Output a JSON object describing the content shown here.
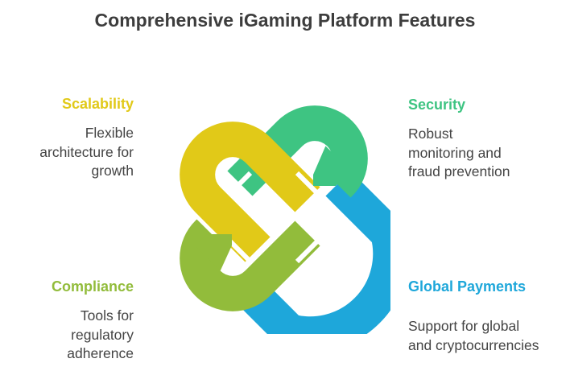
{
  "title": "Comprehensive iGaming Platform Features",
  "colors": {
    "scalability": "#E1C918",
    "security": "#3EC482",
    "compliance": "#92BC3B",
    "global_payments": "#1EA7DA",
    "title_text": "#3D3D3D",
    "body_text": "#444444"
  },
  "features": {
    "scalability": {
      "title": "Scalability",
      "description": [
        "Flexible",
        "architecture for",
        "growth"
      ]
    },
    "security": {
      "title": "Security",
      "description": [
        "Robust",
        "monitoring and",
        "fraud prevention"
      ]
    },
    "compliance": {
      "title": "Compliance",
      "description": [
        "Tools for",
        "regulatory",
        "adherence"
      ]
    },
    "global_payments": {
      "title": "Global Payments",
      "description": [
        "Support for global",
        "and cryptocurrencies"
      ]
    }
  }
}
